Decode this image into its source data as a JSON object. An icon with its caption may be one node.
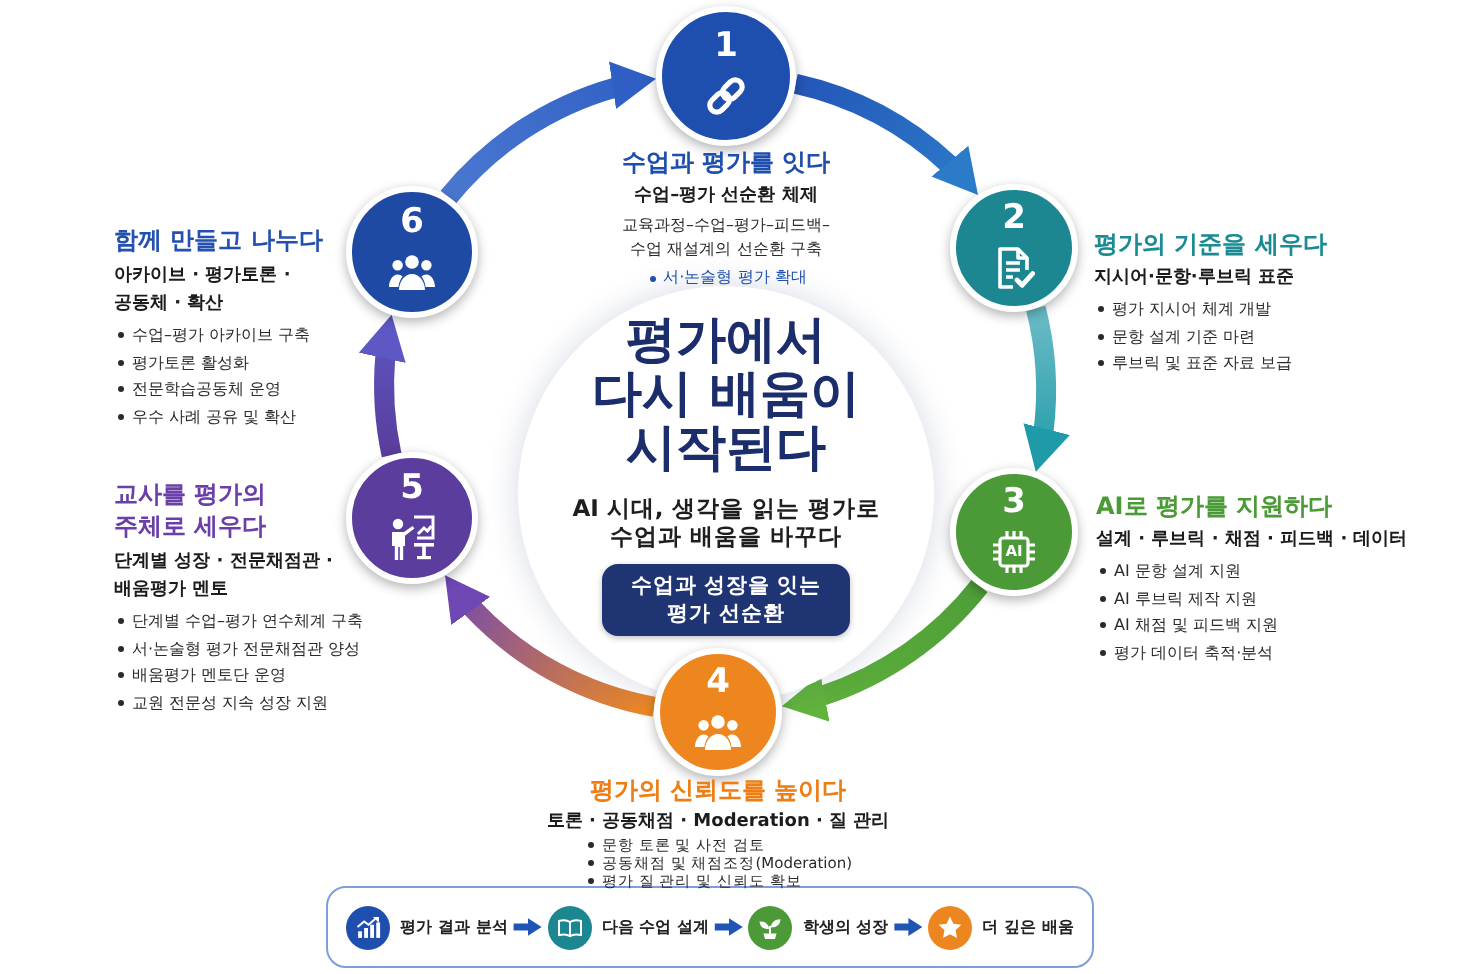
{
  "diagram": {
    "nodes": [
      {
        "text": [
          "1",
          "수업과 평가를 잇다"
        ],
        "beside": [
          "수업–평가 선순환 체제",
          "교육과정–수업–평가–피드백–수업 재설계의 선순환 구축",
          "서·논술형 평가 확대"
        ]
      },
      {
        "text": [
          "2",
          "평가의 기준을 세우다"
        ],
        "beside": [
          "지시어·문항·루브릭 표준",
          "평가 지시어 체계 개발",
          "문항 설계 기준 마련",
          "루브릭 및 표준 자료 보급"
        ]
      },
      {
        "text": [
          "3",
          "AI",
          "AI로 평가를 지원하다"
        ],
        "beside": [
          "설계 · 루브릭 · 채점 · 피드백 · 데이터",
          "AI 문항 설계 지원",
          "AI 루브릭 제작 지원",
          "AI 채점 및 피드백 지원",
          "평가 데이터 축적·분석"
        ]
      },
      {
        "text": [
          "4",
          "평가의 신뢰도를 높이다"
        ],
        "beside": [
          "토론 · 공동채점 · Moderation · 질 관리",
          "문항 토론 및 사전 검토",
          "공동채점 및 채점조정(Moderation)",
          "평가 질 관리 및 신뢰도 확보"
        ]
      },
      {
        "text": [
          "교사를 평가의 주체로 세우다",
          "5"
        ],
        "beside": [
          "단계별 성장 · 전문채점관 · 배움평가 멘토",
          "단계별 수업–평가 연수체계 구축",
          "서·논술형 평가 전문채점관 양성",
          "배움평가 멘토단 운영",
          "교원 전문성 지속 성장 지원"
        ]
      },
      {
        "text": [
          "6",
          "함께 만들고 나누다"
        ],
        "beside": [
          "아카이브 · 평가토론 · 공동체 · 확산",
          "수업–평가 아카이브 구축",
          "평가토론 활성화",
          "전문학습공동체 운영",
          "우수 사례 공유 및 확산"
        ]
      },
      {
        "text": [
          "평가에서 다시 배움이 시작된다",
          "AI 시대, 생각을 읽는 평가로 수업과 배움을 바꾸다"
        ]
      },
      {
        "text": [
          "수업과 성장을 잇는 평가 선순환"
        ],
        "in": 6
      },
      {
        "text": [],
        "shape": "box"
      },
      {
        "text": [
          "평가 결과 분석"
        ],
        "in": 8
      },
      {
        "text": [
          "다음 수업 설계"
        ],
        "in": 8
      },
      {
        "text": [
          "학생의 성장"
        ],
        "in": 8
      },
      {
        "text": [
          "더 깊은 배움"
        ],
        "in": 8
      }
    ],
    "edges": [
      {
        "from": 0,
        "to": 1,
        "arrow": "to",
        "color": "#2b7bc9"
      },
      {
        "from": 1,
        "to": 2,
        "arrow": "to",
        "color": "#1f9aa8"
      },
      {
        "from": 2,
        "to": 3,
        "arrow": "to",
        "color": "#62b43c"
      },
      {
        "from": 3,
        "to": 4,
        "arrow": "to",
        "color": "#6e47b3"
      },
      {
        "from": 4,
        "to": 5,
        "arrow": "to",
        "color": "#5d58c4"
      },
      {
        "from": 5,
        "to": 0,
        "arrow": "to",
        "color": "#2f5fc4"
      },
      {
        "from": 9,
        "to": 10,
        "arrow": "to",
        "color": "#1f55b5"
      },
      {
        "from": 10,
        "to": 11,
        "arrow": "to",
        "color": "#1f55b5"
      },
      {
        "from": 11,
        "to": 12,
        "arrow": "to",
        "color": "#1f55b5"
      }
    ]
  }
}
